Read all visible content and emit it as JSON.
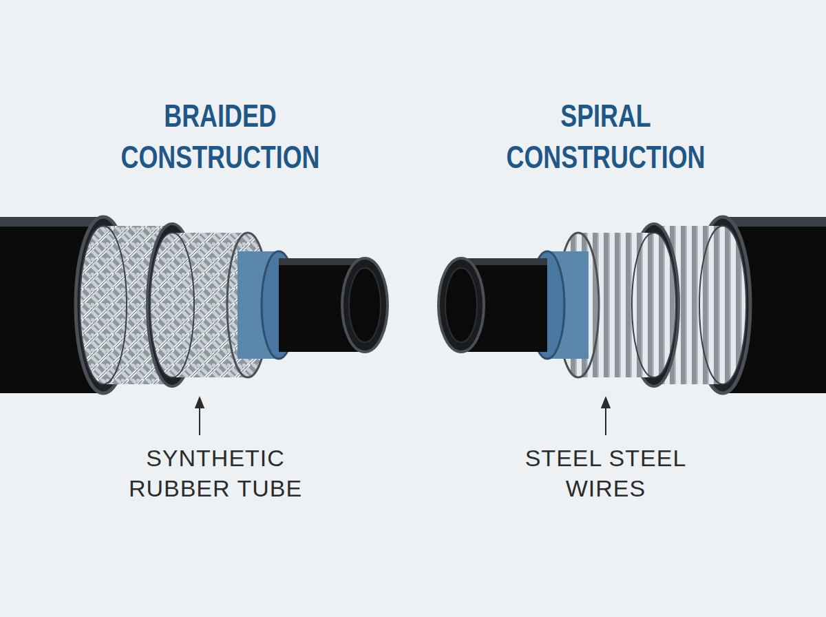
{
  "diagram": {
    "labels": [
      "BRAIDED CONSTRUCTION",
      "SPIRAL CONSTRUCTION",
      "SYNTHETIC RUBBER TUBE",
      "STEEL STEEL WIRES"
    ]
  }
}
